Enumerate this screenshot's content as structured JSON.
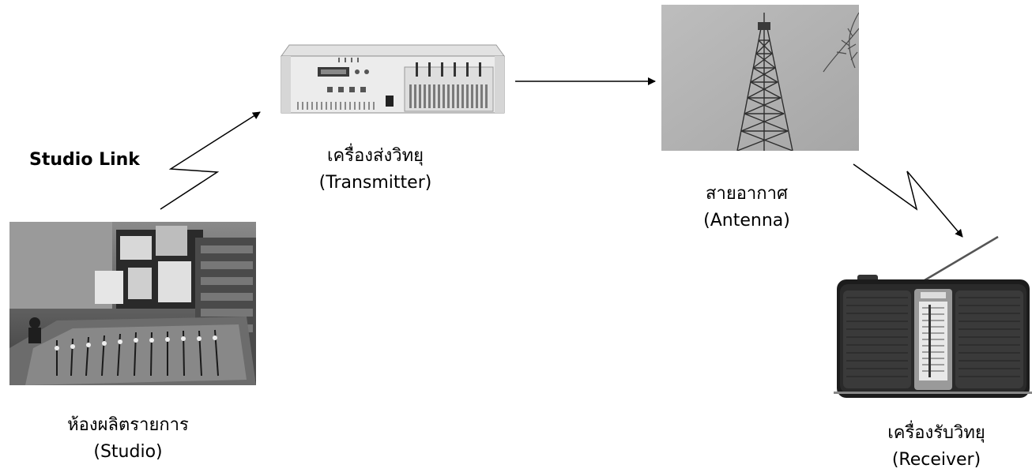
{
  "diagram": {
    "link_label": "Studio Link",
    "nodes": {
      "studio": {
        "name": "ห้องผลิตรายการ",
        "en": "(Studio)"
      },
      "transmitter": {
        "name": "เครื่องส่งวิทยุ",
        "en": "(Transmitter)"
      },
      "antenna": {
        "name": "สายอากาศ",
        "en": "(Antenna)"
      },
      "receiver": {
        "name": "เครื่องรับวิทยุ",
        "en": "(Receiver)"
      }
    }
  },
  "colors": {
    "line": "#000000",
    "background": "#ffffff"
  }
}
